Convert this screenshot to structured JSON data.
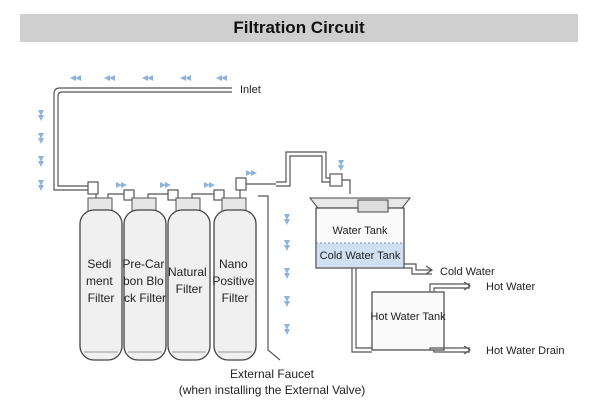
{
  "title": "Filtration Circuit",
  "colors": {
    "pipe": "#555555",
    "flow_arrow": "#8fb3d9",
    "filter_fill": "#f0f0f0",
    "water_fill": "#cfe0f2",
    "title_bg": "#cfcfcf"
  },
  "labels": {
    "inlet": "Inlet",
    "water_tank": "Water Tank",
    "cold_water_tank": "Cold Water Tank",
    "cold_water": "Cold Water",
    "hot_water": "Hot Water",
    "hot_water_tank": "Hot Water Tank",
    "hot_water_drain": "Hot Water Drain",
    "external_faucet": "External Faucet",
    "external_valve_note": "(when installing the External Valve)"
  },
  "filters": [
    {
      "lines": [
        "Sedi",
        "ment",
        "Filter"
      ]
    },
    {
      "lines": [
        "Pre-Car",
        "bon Blo",
        "ck Filter"
      ]
    },
    {
      "lines": [
        "Natural",
        "Filter"
      ]
    },
    {
      "lines": [
        "Nano",
        "Positive",
        "Filter"
      ]
    }
  ]
}
